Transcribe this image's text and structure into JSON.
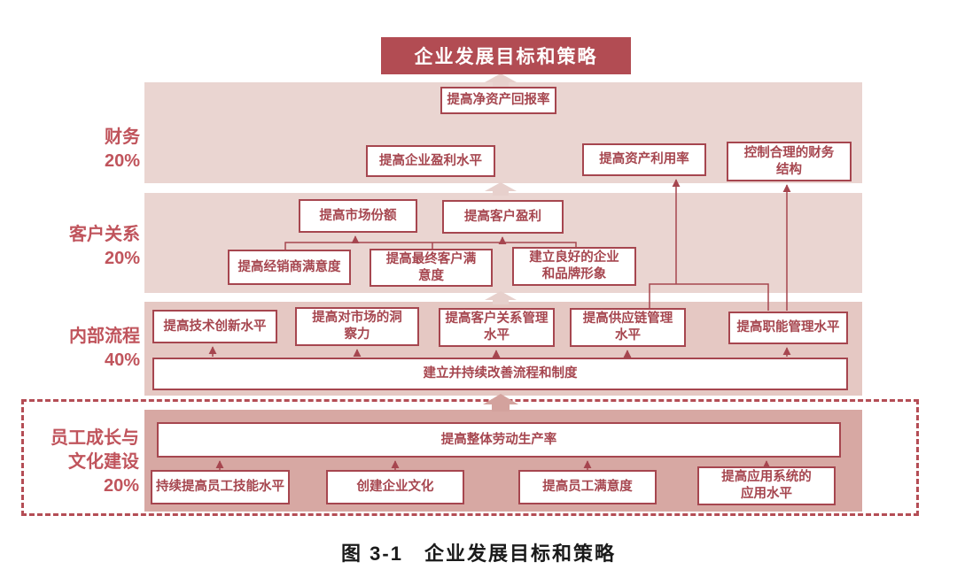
{
  "figure": {
    "title": "企业发展目标和策略",
    "caption": "图 3-1　企业发展目标和策略"
  },
  "colors": {
    "dark_red": "#b24c53",
    "band_light": "#ead5d1",
    "band_mid": "#e5c8c3",
    "band_dark": "#d7a8a3",
    "line_red": "#a6464f",
    "label_red": "#c0545c",
    "dashed_border": "#b44d55",
    "arrow_light": "#e7d0cc",
    "arrow_dark": "#d3a29d",
    "caption_black": "#1a1a1a"
  },
  "bands": [
    {
      "id": "finance",
      "label": "财务\n20%",
      "boxes": [
        {
          "label": "提高净资产回报率"
        },
        {
          "label": "提高企业盈利水平"
        },
        {
          "label": "提高资产利用率"
        },
        {
          "label": "控制合理的财务\n结构"
        }
      ]
    },
    {
      "id": "customer",
      "label": "客户关系\n20%",
      "boxes": [
        {
          "label": "提高市场份额"
        },
        {
          "label": "提高客户盈利"
        },
        {
          "label": "提高经销商满意度"
        },
        {
          "label": "提高最终客户满\n意度"
        },
        {
          "label": "建立良好的企业\n和品牌形象"
        }
      ]
    },
    {
      "id": "internal",
      "label": "内部流程\n40%",
      "boxes": [
        {
          "label": "提高技术创新水平"
        },
        {
          "label": "提高对市场的洞\n察力"
        },
        {
          "label": "提高客户关系管理\n水平"
        },
        {
          "label": "提高供应链管理\n水平"
        },
        {
          "label": "提高职能管理水平"
        },
        {
          "label": "建立并持续改善流程和制度"
        }
      ]
    },
    {
      "id": "learning",
      "label": "员工成长与\n文化建设\n20%",
      "boxes": [
        {
          "label": "提高整体劳动生产率"
        },
        {
          "label": "持续提高员工技能水平"
        },
        {
          "label": "创建企业文化"
        },
        {
          "label": "提高员工满意度"
        },
        {
          "label": "提高应用系统的\n应用水平"
        }
      ]
    }
  ]
}
